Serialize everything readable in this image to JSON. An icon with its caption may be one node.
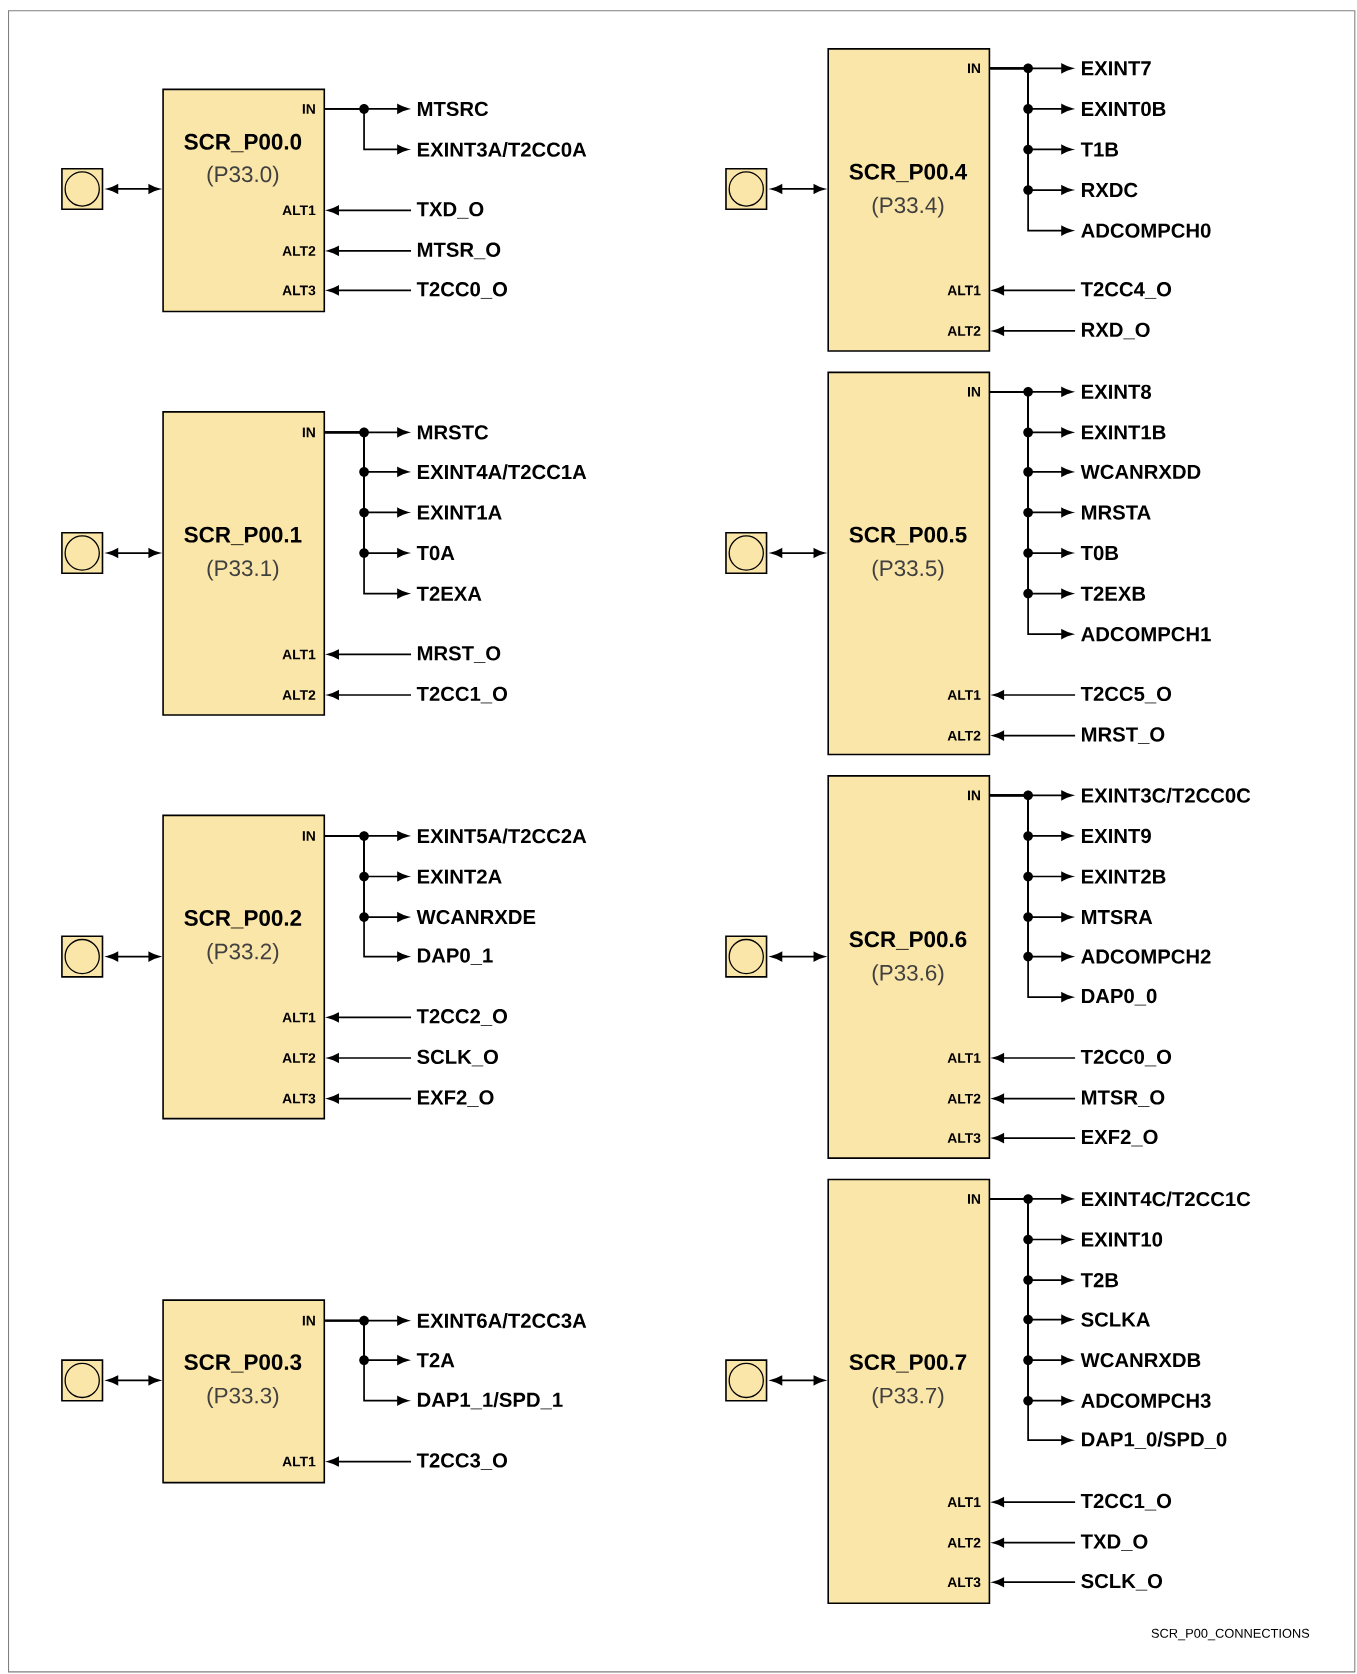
{
  "diagram": {
    "nodes": [
      {
        "text": [],
        "shape": "box"
      },
      {
        "text": [
          "SCR_P00.0",
          "(P33.0)",
          "IN",
          "ALT1",
          "ALT2",
          "ALT3"
        ]
      },
      {
        "text": [
          "MTSRC"
        ]
      },
      {
        "text": [
          "EXINT3A/T2CC0A"
        ]
      },
      {
        "text": [
          "TXD_O"
        ]
      },
      {
        "text": [
          "MTSR_O"
        ]
      },
      {
        "text": [
          "T2CC0_O"
        ]
      },
      {
        "text": [],
        "shape": "box"
      },
      {
        "text": [
          "SCR_P00.1",
          "(P33.1)",
          "IN",
          "ALT1",
          "ALT2"
        ]
      },
      {
        "text": [
          "MRSTC"
        ]
      },
      {
        "text": [
          "EXINT4A/T2CC1A"
        ]
      },
      {
        "text": [
          "EXINT1A"
        ]
      },
      {
        "text": [
          "T0A"
        ]
      },
      {
        "text": [
          "T2EXA"
        ]
      },
      {
        "text": [
          "MRST_O"
        ]
      },
      {
        "text": [
          "T2CC1_O"
        ]
      },
      {
        "text": [],
        "shape": "box"
      },
      {
        "text": [
          "SCR_P00.2",
          "(P33.2)",
          "IN",
          "ALT1",
          "ALT2",
          "ALT3"
        ]
      },
      {
        "text": [
          "EXINT5A/T2CC2A"
        ]
      },
      {
        "text": [
          "EXINT2A"
        ]
      },
      {
        "text": [
          "WCANRXDE"
        ]
      },
      {
        "text": [
          "DAP0_1"
        ]
      },
      {
        "text": [
          "T2CC2_O"
        ]
      },
      {
        "text": [
          "SCLK_O"
        ]
      },
      {
        "text": [
          "EXF2_O"
        ]
      },
      {
        "text": [],
        "shape": "box"
      },
      {
        "text": [
          "SCR_P00.3",
          "(P33.3)",
          "IN",
          "ALT1"
        ]
      },
      {
        "text": [
          "EXINT6A/T2CC3A"
        ]
      },
      {
        "text": [
          "T2A"
        ]
      },
      {
        "text": [
          "DAP1_1/SPD_1"
        ]
      },
      {
        "text": [
          "T2CC3_O"
        ]
      },
      {
        "text": [],
        "shape": "box"
      },
      {
        "text": [
          "SCR_P00.4",
          "(P33.4)",
          "IN",
          "ALT1",
          "ALT2"
        ]
      },
      {
        "text": [
          "EXINT7"
        ]
      },
      {
        "text": [
          "EXINT0B"
        ]
      },
      {
        "text": [
          "T1B"
        ]
      },
      {
        "text": [
          "RXDC"
        ]
      },
      {
        "text": [
          "ADCOMPCH0"
        ]
      },
      {
        "text": [
          "T2CC4_O"
        ]
      },
      {
        "text": [
          "RXD_O"
        ]
      },
      {
        "text": [],
        "shape": "box"
      },
      {
        "text": [
          "SCR_P00.5",
          "(P33.5)",
          "IN",
          "ALT1",
          "ALT2"
        ]
      },
      {
        "text": [
          "EXINT8"
        ]
      },
      {
        "text": [
          "EXINT1B"
        ]
      },
      {
        "text": [
          "WCANRXDD"
        ]
      },
      {
        "text": [
          "MRSTA"
        ]
      },
      {
        "text": [
          "T0B"
        ]
      },
      {
        "text": [
          "T2EXB"
        ]
      },
      {
        "text": [
          "ADCOMPCH1"
        ]
      },
      {
        "text": [
          "T2CC5_O"
        ]
      },
      {
        "text": [
          "MRST_O"
        ]
      },
      {
        "text": [],
        "shape": "box"
      },
      {
        "text": [
          "SCR_P00.6",
          "(P33.6)",
          "IN",
          "ALT1",
          "ALT2",
          "ALT3"
        ]
      },
      {
        "text": [
          "EXINT3C/T2CC0C"
        ]
      },
      {
        "text": [
          "EXINT9"
        ]
      },
      {
        "text": [
          "EXINT2B"
        ]
      },
      {
        "text": [
          "MTSRA"
        ]
      },
      {
        "text": [
          "ADCOMPCH2"
        ]
      },
      {
        "text": [
          "DAP0_0"
        ]
      },
      {
        "text": [
          "T2CC0_O"
        ]
      },
      {
        "text": [
          "MTSR_O"
        ]
      },
      {
        "text": [
          "EXF2_O"
        ]
      },
      {
        "text": [],
        "shape": "box"
      },
      {
        "text": [
          "SCR_P00.7",
          "(P33.7)",
          "IN",
          "ALT1",
          "ALT2",
          "ALT3"
        ]
      },
      {
        "text": [
          "EXINT4C/T2CC1C"
        ]
      },
      {
        "text": [
          "EXINT10"
        ]
      },
      {
        "text": [
          "T2B"
        ]
      },
      {
        "text": [
          "SCLKA"
        ]
      },
      {
        "text": [
          "WCANRXDB"
        ]
      },
      {
        "text": [
          "ADCOMPCH3"
        ]
      },
      {
        "text": [
          "DAP1_0/SPD_0"
        ]
      },
      {
        "text": [
          "T2CC1_O"
        ]
      },
      {
        "text": [
          "TXD_O"
        ]
      },
      {
        "text": [
          "SCLK_O"
        ]
      }
    ],
    "edges": [
      {
        "from": 0,
        "to": 1,
        "arrow": "both"
      },
      {
        "from": 1,
        "to": 2,
        "arrow": "to"
      },
      {
        "from": 1,
        "to": 3,
        "arrow": "to"
      },
      {
        "from": 4,
        "to": 1,
        "arrow": "to"
      },
      {
        "from": 5,
        "to": 1,
        "arrow": "to"
      },
      {
        "from": 6,
        "to": 1,
        "arrow": "to"
      },
      {
        "from": 7,
        "to": 8,
        "arrow": "both"
      },
      {
        "from": 8,
        "to": 9,
        "arrow": "to"
      },
      {
        "from": 8,
        "to": 10,
        "arrow": "to"
      },
      {
        "from": 8,
        "to": 11,
        "arrow": "to"
      },
      {
        "from": 8,
        "to": 12,
        "arrow": "to"
      },
      {
        "from": 8,
        "to": 13,
        "arrow": "to"
      },
      {
        "from": 14,
        "to": 8,
        "arrow": "to"
      },
      {
        "from": 15,
        "to": 8,
        "arrow": "to"
      },
      {
        "from": 16,
        "to": 17,
        "arrow": "both"
      },
      {
        "from": 17,
        "to": 18,
        "arrow": "to"
      },
      {
        "from": 17,
        "to": 19,
        "arrow": "to"
      },
      {
        "from": 17,
        "to": 20,
        "arrow": "to"
      },
      {
        "from": 17,
        "to": 21,
        "arrow": "to"
      },
      {
        "from": 22,
        "to": 17,
        "arrow": "to"
      },
      {
        "from": 23,
        "to": 17,
        "arrow": "to"
      },
      {
        "from": 24,
        "to": 17,
        "arrow": "to"
      },
      {
        "from": 25,
        "to": 26,
        "arrow": "both"
      },
      {
        "from": 26,
        "to": 27,
        "arrow": "to"
      },
      {
        "from": 26,
        "to": 28,
        "arrow": "to"
      },
      {
        "from": 26,
        "to": 29,
        "arrow": "to"
      },
      {
        "from": 30,
        "to": 26,
        "arrow": "to"
      },
      {
        "from": 31,
        "to": 32,
        "arrow": "both"
      },
      {
        "from": 32,
        "to": 33,
        "arrow": "to"
      },
      {
        "from": 32,
        "to": 34,
        "arrow": "to"
      },
      {
        "from": 32,
        "to": 35,
        "arrow": "to"
      },
      {
        "from": 32,
        "to": 36,
        "arrow": "to"
      },
      {
        "from": 32,
        "to": 37,
        "arrow": "to"
      },
      {
        "from": 38,
        "to": 32,
        "arrow": "to"
      },
      {
        "from": 39,
        "to": 32,
        "arrow": "to"
      },
      {
        "from": 40,
        "to": 41,
        "arrow": "both"
      },
      {
        "from": 41,
        "to": 42,
        "arrow": "to"
      },
      {
        "from": 41,
        "to": 43,
        "arrow": "to"
      },
      {
        "from": 41,
        "to": 44,
        "arrow": "to"
      },
      {
        "from": 41,
        "to": 45,
        "arrow": "to"
      },
      {
        "from": 41,
        "to": 46,
        "arrow": "to"
      },
      {
        "from": 41,
        "to": 47,
        "arrow": "to"
      },
      {
        "from": 41,
        "to": 48,
        "arrow": "to"
      },
      {
        "from": 49,
        "to": 41,
        "arrow": "to"
      },
      {
        "from": 50,
        "to": 41,
        "arrow": "to"
      },
      {
        "from": 51,
        "to": 52,
        "arrow": "both"
      },
      {
        "from": 52,
        "to": 53,
        "arrow": "to"
      },
      {
        "from": 52,
        "to": 54,
        "arrow": "to"
      },
      {
        "from": 52,
        "to": 55,
        "arrow": "to"
      },
      {
        "from": 52,
        "to": 56,
        "arrow": "to"
      },
      {
        "from": 52,
        "to": 57,
        "arrow": "to"
      },
      {
        "from": 52,
        "to": 58,
        "arrow": "to"
      },
      {
        "from": 59,
        "to": 52,
        "arrow": "to"
      },
      {
        "from": 60,
        "to": 52,
        "arrow": "to"
      },
      {
        "from": 61,
        "to": 52,
        "arrow": "to"
      },
      {
        "from": 62,
        "to": 63,
        "arrow": "both"
      },
      {
        "from": 63,
        "to": 64,
        "arrow": "to"
      },
      {
        "from": 63,
        "to": 65,
        "arrow": "to"
      },
      {
        "from": 63,
        "to": 66,
        "arrow": "to"
      },
      {
        "from": 63,
        "to": 67,
        "arrow": "to"
      },
      {
        "from": 63,
        "to": 68,
        "arrow": "to"
      },
      {
        "from": 63,
        "to": 69,
        "arrow": "to"
      },
      {
        "from": 63,
        "to": 70,
        "arrow": "to"
      },
      {
        "from": 71,
        "to": 63,
        "arrow": "to"
      },
      {
        "from": 72,
        "to": 63,
        "arrow": "to"
      },
      {
        "from": 73,
        "to": 63,
        "arrow": "to"
      }
    ],
    "labels": [
      "SCR_P00_CONNECTIONS"
    ]
  }
}
